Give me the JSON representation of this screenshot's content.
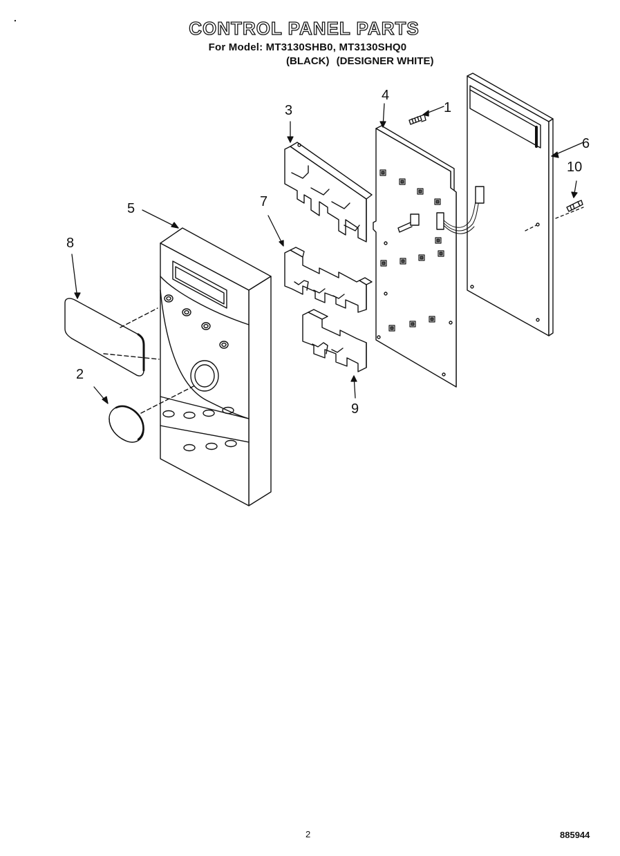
{
  "header": {
    "title": "CONTROL PANEL PARTS",
    "models": "For Model: MT3130SHB0, MT3130SHQ0",
    "color_black": "(BLACK)",
    "color_white": "(DESIGNER WHITE)",
    "corner_mark": "."
  },
  "callouts": {
    "c1": "1",
    "c2": "2",
    "c3": "3",
    "c4": "4",
    "c5": "5",
    "c6": "6",
    "c7": "7",
    "c8": "8",
    "c9": "9",
    "c10": "10"
  },
  "footer": {
    "page_number": "2",
    "doc_number": "885944"
  }
}
